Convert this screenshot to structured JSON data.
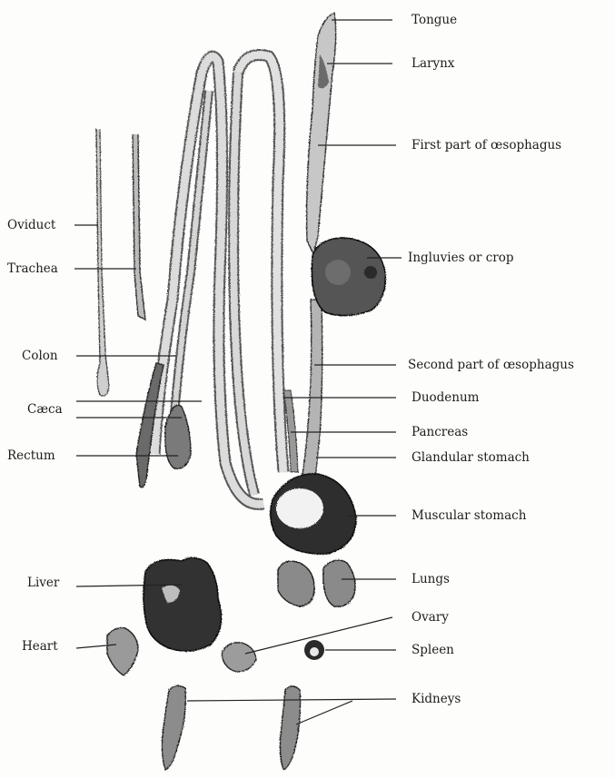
{
  "figure": {
    "labels_right": {
      "tongue": "Tongue",
      "larynx": "Larynx",
      "first_oesophagus": "First part of œsophagus",
      "crop": "Ingluvies or crop",
      "second_oesophagus": "Second part of œsophagus",
      "duodenum": "Duodenum",
      "pancreas": "Pancreas",
      "glandular_stomach": "Glandular stomach",
      "muscular_stomach": "Muscular stomach",
      "lungs": "Lungs",
      "ovary": "Ovary",
      "spleen": "Spleen",
      "kidneys": "Kidneys"
    },
    "labels_left": {
      "oviduct": "Oviduct",
      "trachea": "Trachea",
      "colon": "Colon",
      "caeca": "Cæca",
      "rectum": "Rectum",
      "liver": "Liver",
      "heart": "Heart"
    }
  }
}
